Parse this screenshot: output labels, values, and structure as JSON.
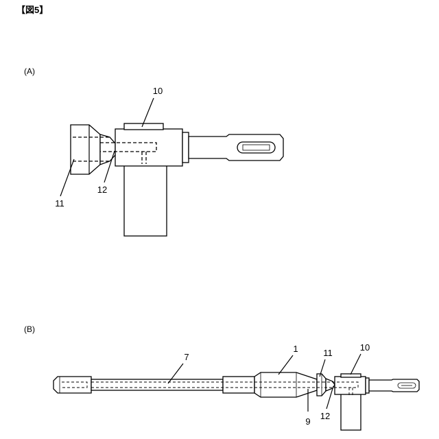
{
  "figure": {
    "heading": "【図5】",
    "view_a_label": "(A)",
    "view_b_label": "(B)"
  },
  "view_a": {
    "labels": {
      "part_10": "10",
      "part_11": "11",
      "part_12": "12"
    }
  },
  "view_b": {
    "labels": {
      "part_7": "7",
      "part_1": "1",
      "part_11": "11",
      "part_10": "10",
      "part_9": "9",
      "part_12": "12"
    }
  }
}
